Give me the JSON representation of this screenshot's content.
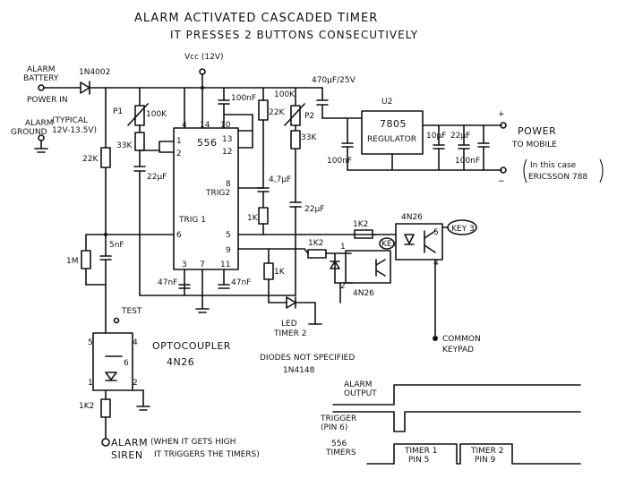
{
  "title": "ALARM ACTIVATED CASCADED TIMER",
  "subtitle": "IT PRESSES 2 BUTTONS CONSECUTIVELY",
  "power": {
    "battery_label_1": "ALARM",
    "battery_label_2": "BATTERY",
    "power_in": "POWER IN",
    "typical_1": "(TYPICAL",
    "typical_2": "12V-13.5V)",
    "ground_1": "ALARM",
    "ground_2": "GROUND",
    "diode": "1N4002",
    "vcc": "Vcc (12V)"
  },
  "timer": {
    "chip": "556",
    "trig2": "TRIG2",
    "trig1": "TRIG 1",
    "pins": {
      "p4": "4",
      "p14": "14",
      "p10": "10",
      "p1": "1",
      "p2": "2",
      "p13": "13",
      "p8": "8",
      "p12": "12",
      "p6": "6",
      "p5": "5",
      "p9": "9",
      "p3": "3",
      "p7": "7",
      "p11": "11"
    }
  },
  "components": {
    "p1": "P1",
    "p1_val": "100K",
    "p2": "P2",
    "p2_val": "100K",
    "r33k_a": "33K",
    "r33k_b": "33K",
    "r22k_a": "22K",
    "r22k_b": "22K",
    "c22uf_a": "22µF",
    "c22uf_b": "22µF",
    "c47uf": "4,7µF",
    "r1k_a": "1K",
    "r1k_b": "1K",
    "c100nf_a": "100nF",
    "c47nf_a": "47nF",
    "c47nf_b": "47nF",
    "c5nf": "5nF",
    "r1m": "1M",
    "r1k2_a": "1K2",
    "r1k2_b": "1K2",
    "r1k2_c": "1K2",
    "cap_470": "470µF/25V",
    "u2": "U2",
    "reg": "7805",
    "reg_label": "REGULATOR",
    "c100nf_b": "100nF",
    "c10uf": "10µF",
    "c22uf_c": "22µF",
    "c100nf_c": "100nF"
  },
  "output": {
    "power_label": "POWER",
    "to_mobile": "TO MOBILE",
    "in_case_1": "In this case",
    "in_case_2": "ERICSSON 788"
  },
  "opto": {
    "top": "4N26",
    "mid": "4N26",
    "key3": "KEY 3",
    "key": "KEY",
    "common_1": "COMMON",
    "common_2": "KEYPAD",
    "led_1": "LED",
    "led_2": "TIMER 2",
    "diodes_1": "DIODES NOT SPECIFIED",
    "diodes_2": "1N4148",
    "bottom_1": "OPTOCOUPLER",
    "bottom_2": "4N26",
    "test": "TEST",
    "pin5": "5",
    "pin4": "4",
    "pin1": "1",
    "pin2": "2",
    "pin6": "6",
    "pin4b": "4",
    "pin5b": "5",
    "pin1b": "1",
    "pin2b": "2"
  },
  "alarm": {
    "siren_1": "ALARM",
    "siren_2": "SIREN",
    "note_1": "(WHEN IT GETS HIGH",
    "note_2": "IT TRIGGERS THE TIMERS)"
  },
  "timing": {
    "alarm_output_1": "ALARM",
    "alarm_output_2": "OUTPUT",
    "trigger_1": "TRIGGER",
    "trigger_2": "(PIN 6)",
    "timers_1": "556",
    "timers_2": "TIMERS",
    "t1_a": "TIMER 1",
    "t1_b": "PIN 5",
    "t2_a": "TIMER 2",
    "t2_b": "PIN 9"
  }
}
